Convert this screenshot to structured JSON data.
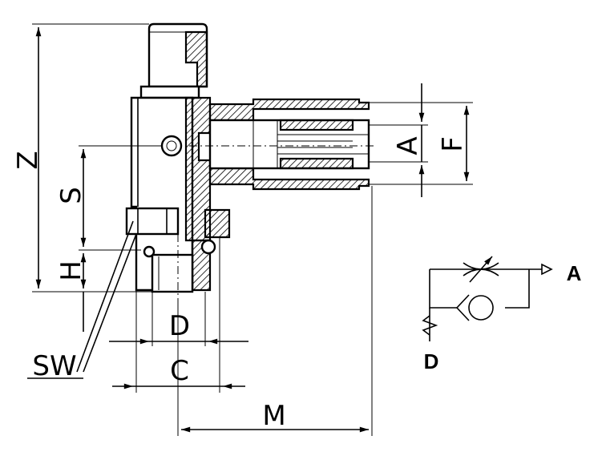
{
  "dimensions": {
    "z": "Z",
    "s": "S",
    "h": "H",
    "d": "D",
    "c": "C",
    "m": "M",
    "sw": "SW",
    "a": "A",
    "f": "F"
  },
  "symbol": {
    "port_a": "A",
    "port_d": "D"
  }
}
